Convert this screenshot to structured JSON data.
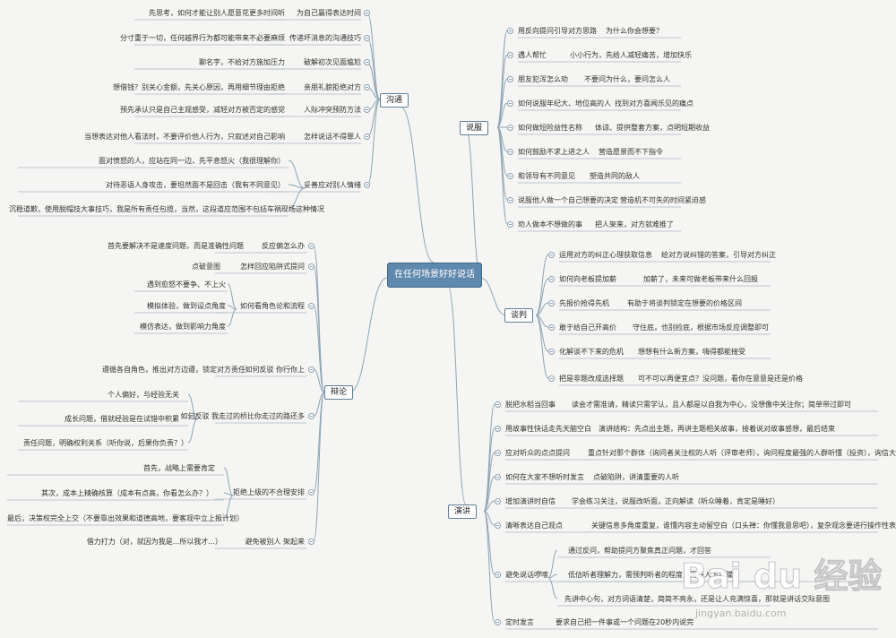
{
  "root": {
    "title": "在任何场景好好说话"
  },
  "branches": {
    "goutong": {
      "label": "沟通"
    },
    "shuofu": {
      "label": "说服"
    },
    "tanpan": {
      "label": "谈判"
    },
    "bianlun": {
      "label": "辩论"
    },
    "yanjiang": {
      "label": "演讲"
    }
  },
  "goutong": {
    "topics": [
      "为自己赢得表达时间",
      "传递坏消息的沟通技巧",
      "破解初次见面尴尬",
      "亲朋礼貌拒绝对方",
      "人际冲突预防方法",
      "怎样说话不得罪人",
      "妥善应对别人情绪"
    ],
    "details": [
      "先思考，如何才能让别人愿意花更多时间听",
      "分寸重于一切，任何越界行为都可能带来不必要麻烦",
      "聊名字，不给对方施加压力",
      "想借钱？别关心金额，先关心原因，再用细节理由拒绝",
      "预先承认只是自己主观感受，减轻对方被否定的感觉",
      "当想表达对他人看法时，不要评价他人行为，只叙述对自己影响",
      "面对愤怒的人，应站在同一边，先平息怒火（我很理解你）",
      "对待恶语人身攻击，要坦然面不是回击（我有不同意见）",
      "沉稳道歉，使用脱帽技大事技巧，我是所有责任包揽，当然，这段道应范围不包括车祸现场这种情况"
    ]
  },
  "shuofu": {
    "items": [
      "用反向提问引导对方思路",
      "遇人帮忙",
      "朋友犯浑怎么劝",
      "如何说服年纪大、地位高的人",
      "如何做短险益性名称",
      "如何鼓励不求上进之人",
      "和领导有不同意见",
      "说服他人做一个自己想要的决定",
      "劝人做本不想做的事"
    ],
    "details": [
      "为什么你会想要？",
      "小小行为，先给人减轻痛苦，增加快乐",
      "不要问为什么，要问怎么人",
      "找到对方喜闻乐见的痛点",
      "体谅、提供整套方案，点明短期收益",
      "营造愿景而不下指令",
      "塑造共同的敌人",
      "营造机不可失的时间紧迫感",
      "把人架来，对方就难推了"
    ]
  },
  "tanpan": {
    "items": [
      "运用对方的纠正心理获取信息",
      "如何向老板提加薪",
      "先报价抢得先机",
      "敢于给自己开高价",
      "化解谈不下来的危机",
      "把是非题改成选择题"
    ],
    "details": [
      "给对方说纠错的答案，引导对方纠正",
      "加薪了，未来可做老板带来什么回报",
      "有助于将谈判锁定在想要的价格区间",
      "守住底，也别捡底，根据市场反应调整即可",
      "想想有什么新方案，嗨得都能接受",
      "可不可以再便宜点？没问题，看你在意意是还是价格"
    ]
  },
  "bianlun": {
    "topics": [
      "反应偏怎么办",
      "怎样回应陷阱式提问",
      "如何看角色论和流程",
      "如何反驳 你行你上",
      "如何反驳 我走过的桥比你走过的路还多",
      "拒绝上级的不合理安排",
      "避免被别人 架起来"
    ],
    "details": [
      "首先要解决不是速度问题，而是准确性问题",
      "点破意图",
      "遇到愈怒不要争、不上火",
      "模拟体验，做到设点角度",
      "模仿表达，做到影响力角度",
      "遵循各自角色，推出对方边遵，锁定对方责任",
      "个人偏好，与经验无关",
      "成长问题，借就经验是在试错中积累",
      "责任问题，明确权利关系（听你说，后果你负责？）",
      "首先，战略上需要肯定",
      "其次，成本上精确核算（成本有点高，你看怎么办？）",
      "最后，决策权完全上交（不要靠出效果和道德高地，要客观中立上报计划）",
      "借力打力（对，就因为我是...所以我才...）"
    ]
  },
  "yanjiang": {
    "items": [
      "脱把水稻当回事",
      "用故事性快话走先天脑空白",
      "应对听众的点点提问",
      "如何在大家不想听时发言",
      "增加演讲时自信",
      "清晰表达自己观点",
      "避免说话啰嗦",
      "定时发言"
    ],
    "details": [
      "读会才需准请，精读只需学认，且人都是以自我为中心，没想像中关注你；简单带过即可",
      "演讲结构：先点出主题，再讲主题相关故事，接着说对故事感想，最后结束",
      "重点针对那个群体（询问者关注权的人听（评审老师），询问程度最强的人群听懂（投资），询信大多数听众（推销）",
      "点破陷阱，讲清重要的人听",
      "学会练习关注，说服改听面，正向解读（听众睡着，肯定是睡好）",
      "关键信息多角度重复，谁懂内容主动留空白（口头禅：你懂我意思吧），复杂观念要进行操作性表述",
      "通过反问，帮助提问方聚焦真正问题，才回答",
      "低估听者理解力，需预判听者的程度，再看人下菜碟",
      "先讲中心句，对方词语清楚，简简不亮永，还是让人充满惊喜，那就是讲话交际意图",
      "要求自己把一件事或一个问题在20秒内说完"
    ]
  },
  "watermark": {
    "brand": "Bai du 经验",
    "url": "jingyan.baidu.com"
  }
}
